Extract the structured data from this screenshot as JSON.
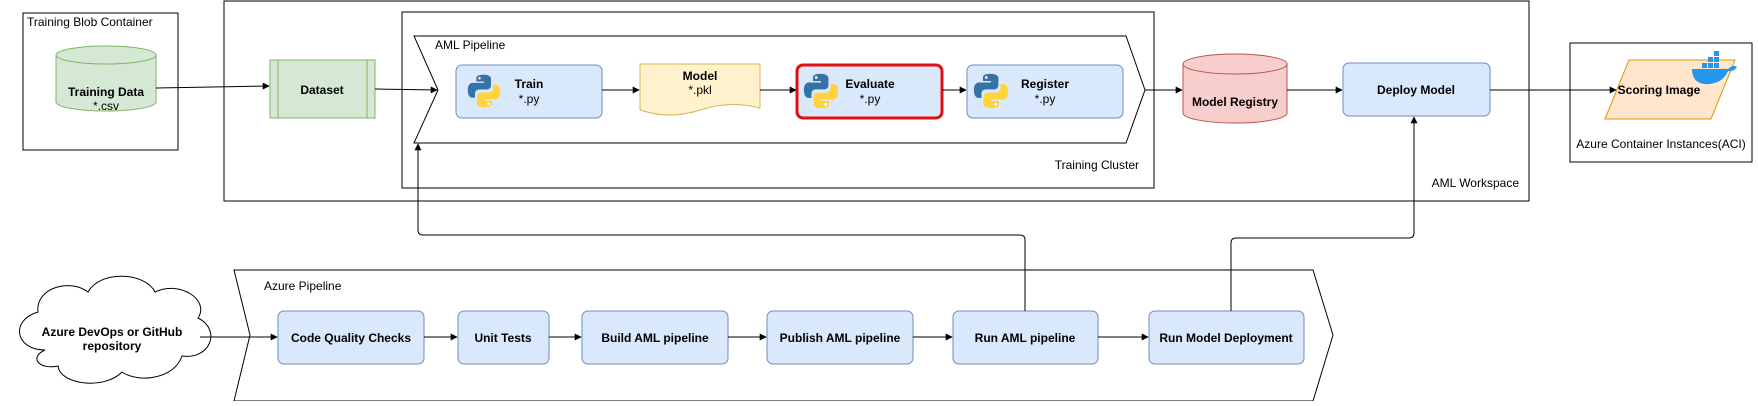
{
  "containers": {
    "training_blob": "Training Blob Container",
    "aml_workspace": "AML Workspace",
    "training_cluster": "Training Cluster",
    "aml_pipeline": "AML Pipeline",
    "aci": "Azure Container Instances(ACI)",
    "azure_pipeline": "Azure Pipeline"
  },
  "nodes": {
    "training_data": {
      "title": "Training Data",
      "sub": "*.csv"
    },
    "dataset": {
      "title": "Dataset"
    },
    "train": {
      "title": "Train",
      "sub": "*.py"
    },
    "model": {
      "title": "Model",
      "sub": "*.pkl"
    },
    "evaluate": {
      "title": "Evaluate",
      "sub": "*.py"
    },
    "register": {
      "title": "Register",
      "sub": "*.py"
    },
    "model_registry": {
      "title": "Model Registry"
    },
    "deploy_model": {
      "title": "Deploy Model"
    },
    "scoring_image": {
      "title": "Scoring Image"
    },
    "repo": {
      "line1": "Azure DevOps or GitHub",
      "line2": "repository"
    },
    "code_quality": {
      "title": "Code Quality Checks"
    },
    "unit_tests": {
      "title": "Unit Tests"
    },
    "build_aml": {
      "title": "Build AML pipeline"
    },
    "publish_aml": {
      "title": "Publish AML pipeline"
    },
    "run_aml": {
      "title": "Run AML pipeline"
    },
    "run_deploy": {
      "title": "Run Model Deployment"
    }
  },
  "colors": {
    "blue_fill": "#dae8fc",
    "blue_stroke": "#6c8ebf",
    "green_fill": "#d5e8d4",
    "green_stroke": "#82b366",
    "yellow_fill": "#fff2cc",
    "yellow_stroke": "#d6b656",
    "red_fill": "#f8cecc",
    "red_stroke": "#b85450",
    "orange_fill": "#ffe6cc",
    "orange_stroke": "#d79b00",
    "highlight": "#e01010",
    "python_blue": "#3572a5",
    "python_yellow": "#ffd43b",
    "docker_blue": "#2496ed"
  },
  "icons": {
    "python": "python-logo-icon",
    "docker": "docker-whale-icon"
  }
}
